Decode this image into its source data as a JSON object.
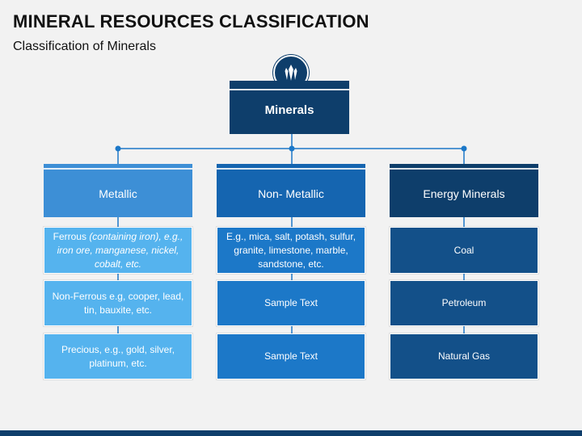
{
  "header": {
    "title": "MINERAL RESOURCES CLASSIFICATION",
    "subtitle": "Classification of Minerals"
  },
  "colors": {
    "dark_navy": "#0e3e6b",
    "metallic_header": "#3d8fd6",
    "metallic_items": "#55b3ee",
    "nonmetallic_header": "#1565b0",
    "nonmetallic_items": "#1c78c8",
    "energy_header": "#0e3e6b",
    "energy_items": "#135089"
  },
  "root": {
    "label": "Minerals",
    "icon": "crystal-icon"
  },
  "categories": [
    {
      "label": "Metallic",
      "items": [
        {
          "prefix": "Ferrous ",
          "italic": "(containing iron), e.g., iron ore, manganese, nickel, cobalt, etc."
        },
        {
          "prefix": "Non-Ferrous e.g, cooper, lead, tin, bauxite, etc.",
          "italic": ""
        },
        {
          "prefix": "Precious, e.g., gold, silver, platinum, etc.",
          "italic": ""
        }
      ]
    },
    {
      "label": "Non- Metallic",
      "items": [
        {
          "prefix": "E.g., mica, salt, potash, sulfur, granite, limestone, marble, sandstone, etc.",
          "italic": ""
        },
        {
          "prefix": "Sample Text",
          "italic": ""
        },
        {
          "prefix": "Sample Text",
          "italic": ""
        }
      ]
    },
    {
      "label": "Energy Minerals",
      "items": [
        {
          "prefix": "Coal",
          "italic": ""
        },
        {
          "prefix": "Petroleum",
          "italic": ""
        },
        {
          "prefix": "Natural Gas",
          "italic": ""
        }
      ]
    }
  ]
}
